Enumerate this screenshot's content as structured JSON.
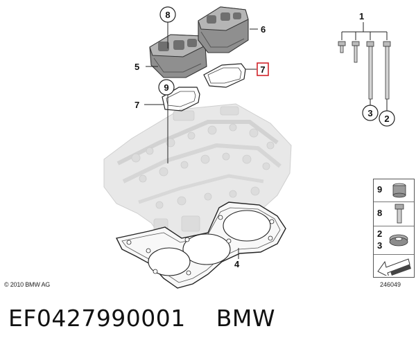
{
  "callouts": {
    "c1": "1",
    "c2": "2",
    "c3": "3",
    "c4": "4",
    "c5": "5",
    "c6": "6",
    "c7a": "7",
    "c7b": "7",
    "c8": "8",
    "c9": "9"
  },
  "legend": {
    "row9": "9",
    "row8": "8",
    "row2": "2",
    "row3": "3"
  },
  "copyright": "© 2010 BMW AG",
  "image_number": "246049",
  "footer": {
    "part_number": "EF0427990001",
    "brand": "BMW"
  },
  "colors": {
    "highlight_box": "#d1232a",
    "line": "#222222",
    "part_fill": "#9a9a9a",
    "ghost_fill": "#e6e6e6"
  }
}
